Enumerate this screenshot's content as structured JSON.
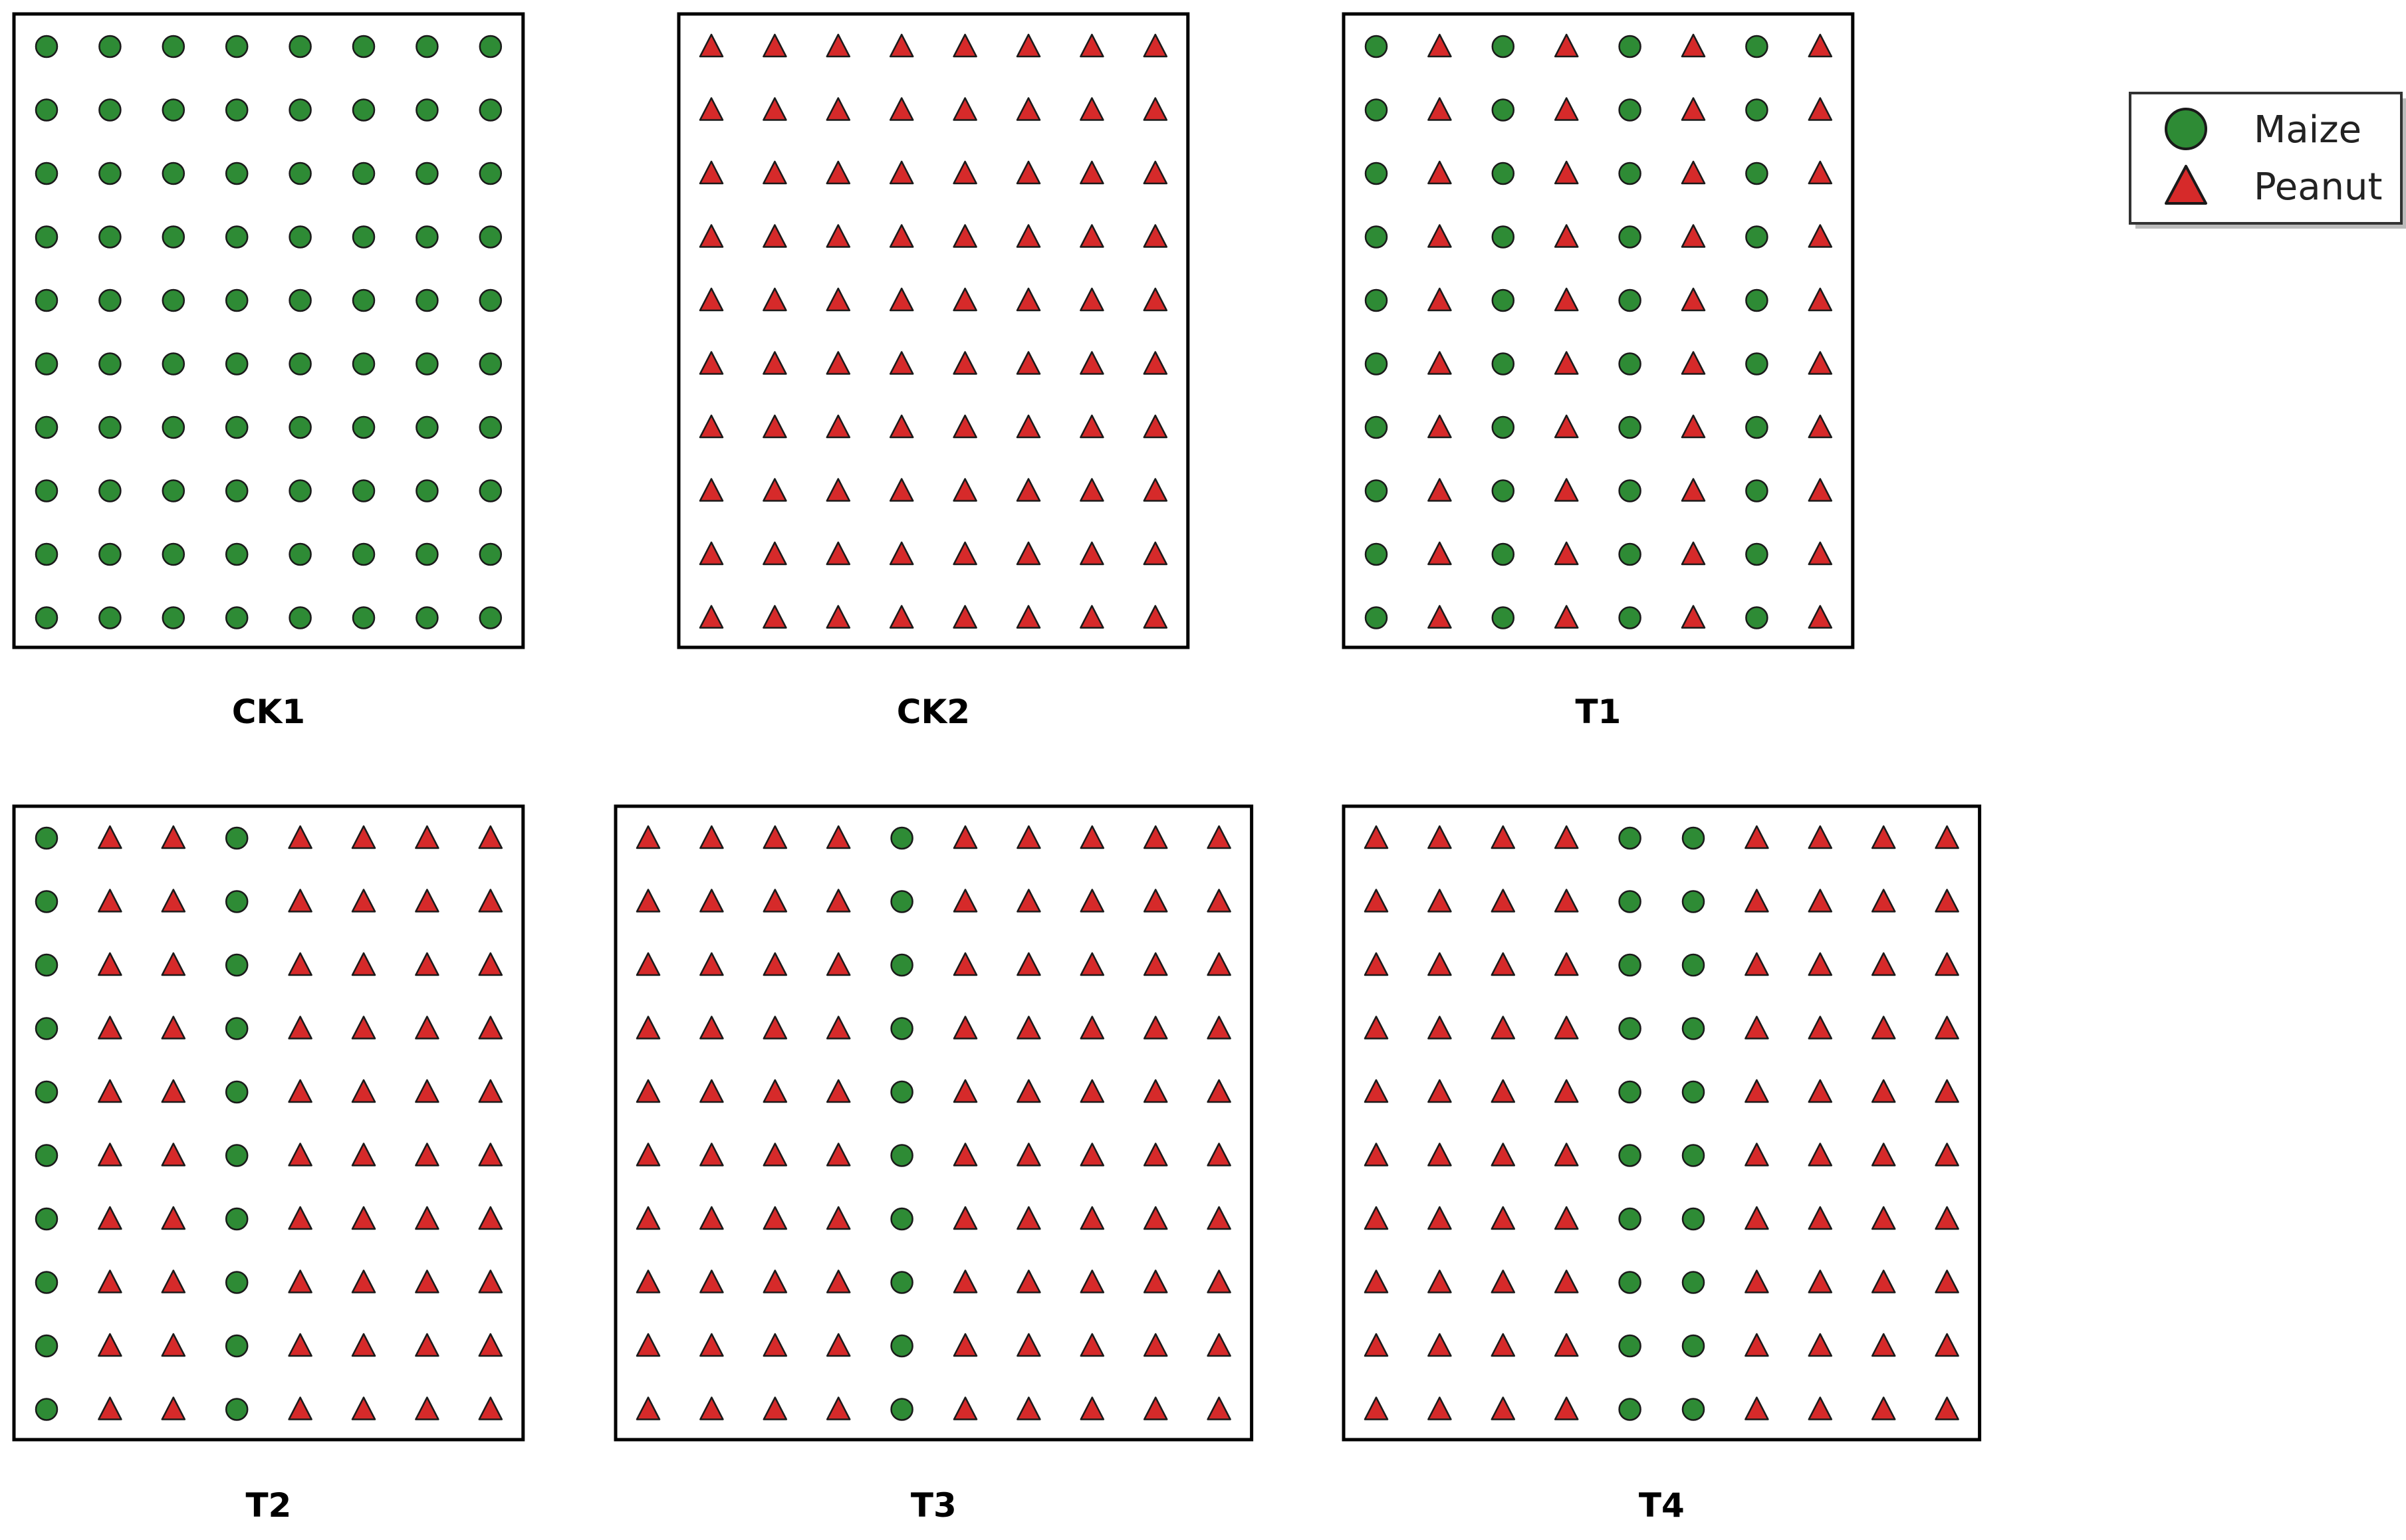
{
  "colors": {
    "maize": "#2e8b35",
    "peanut": "#d62a2a",
    "outline": "#1a1a1a"
  },
  "legend": {
    "items": [
      {
        "key": "maize",
        "label": "Maize",
        "marker": "circle"
      },
      {
        "key": "peanut",
        "label": "Peanut",
        "marker": "triangle"
      }
    ]
  },
  "plots": [
    {
      "label": "CK1",
      "rows": 10,
      "columns": [
        "M",
        "M",
        "M",
        "M",
        "M",
        "M",
        "M",
        "M"
      ]
    },
    {
      "label": "CK2",
      "rows": 10,
      "columns": [
        "P",
        "P",
        "P",
        "P",
        "P",
        "P",
        "P",
        "P"
      ]
    },
    {
      "label": "T1",
      "rows": 10,
      "columns": [
        "M",
        "P",
        "M",
        "P",
        "M",
        "P",
        "M",
        "P"
      ]
    },
    {
      "label": "T2",
      "rows": 10,
      "columns": [
        "M",
        "P",
        "P",
        "M",
        "P",
        "P",
        "P",
        "P"
      ]
    },
    {
      "label": "T3",
      "rows": 10,
      "columns": [
        "P",
        "P",
        "P",
        "P",
        "M",
        "P",
        "P",
        "P",
        "P",
        "P"
      ]
    },
    {
      "label": "T4",
      "rows": 10,
      "columns": [
        "P",
        "P",
        "P",
        "P",
        "M",
        "M",
        "P",
        "P",
        "P",
        "P"
      ]
    }
  ]
}
